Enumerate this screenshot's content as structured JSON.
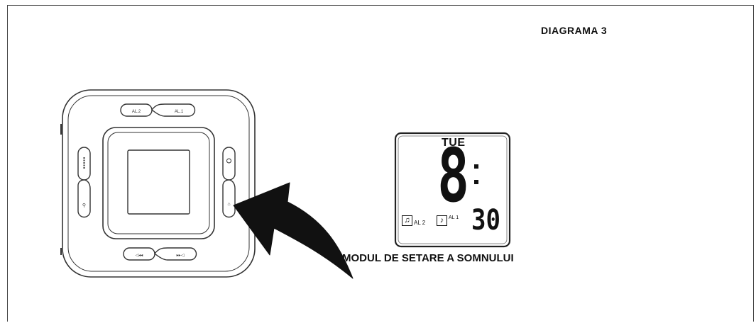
{
  "diagram_title": "DIAGRAMA 3",
  "mode_label": "MODUL DE SETARE A SOMNULUI",
  "device": {
    "top_buttons": [
      "AL.2",
      "AL.1"
    ],
    "bottom_buttons": [
      "◁▸◂◂",
      "▸▸◁"
    ]
  },
  "lcd": {
    "day": "TUE",
    "hour": "8",
    "minutes": "30",
    "alarm2_label": "AL 2",
    "alarm1_label": "AL 1"
  }
}
